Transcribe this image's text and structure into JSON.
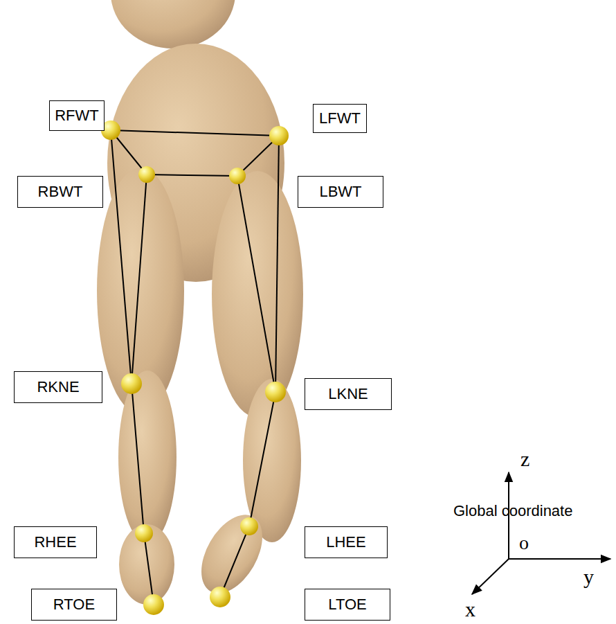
{
  "diagram": {
    "nodes": [
      {
        "text": [
          "RFWT"
        ]
      },
      {
        "text": [
          "LFWT"
        ]
      },
      {
        "text": [
          "RBWT"
        ]
      },
      {
        "text": [
          "LBWT"
        ]
      },
      {
        "text": [
          "RKNE"
        ]
      },
      {
        "text": [
          "LKNE"
        ]
      },
      {
        "text": [
          "RHEE"
        ]
      },
      {
        "text": [
          "LHEE"
        ]
      },
      {
        "text": [
          "RTOE"
        ]
      },
      {
        "text": [
          "LTOE"
        ]
      }
    ],
    "labels": [
      "Global coordinate",
      "z",
      "o",
      "y",
      "x"
    ]
  }
}
